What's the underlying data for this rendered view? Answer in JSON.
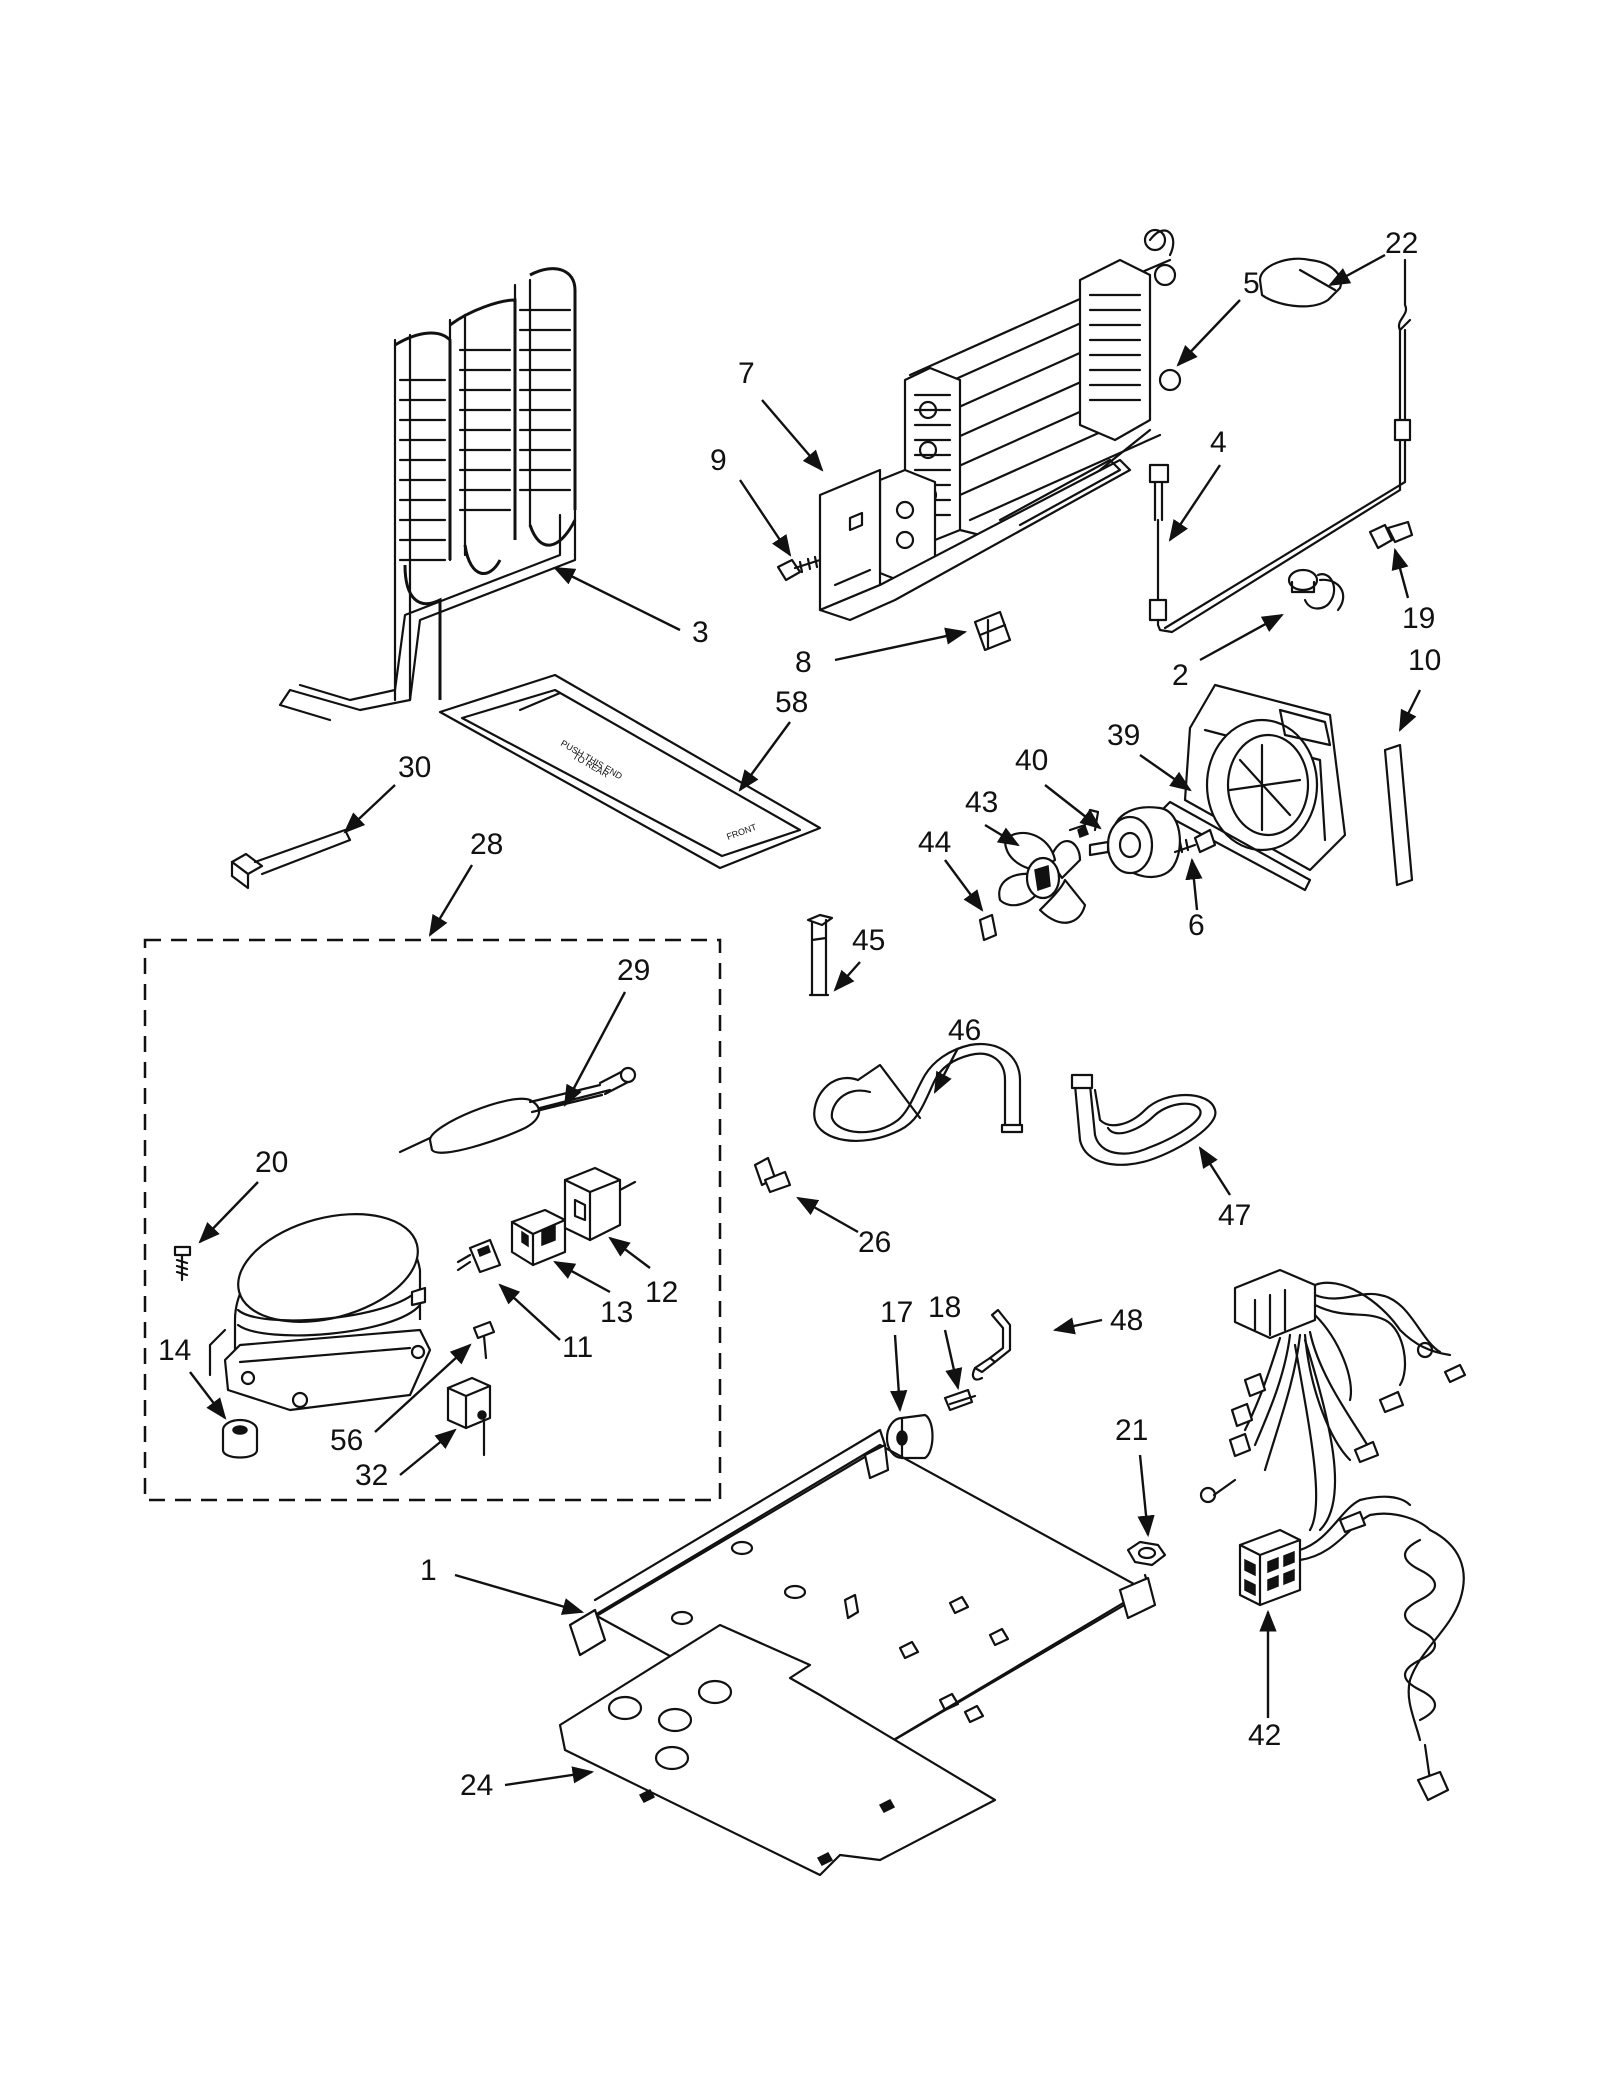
{
  "labels": {
    "p1": "1",
    "p2": "2",
    "p3": "3",
    "p4": "4",
    "p5": "5",
    "p6": "6",
    "p7": "7",
    "p8": "8",
    "p9": "9",
    "p10": "10",
    "p11": "11",
    "p12": "12",
    "p13": "13",
    "p14": "14",
    "p17": "17",
    "p18": "18",
    "p19": "19",
    "p20": "20",
    "p21": "21",
    "p22": "22",
    "p24": "24",
    "p26": "26",
    "p28": "28",
    "p29": "29",
    "p30": "30",
    "p32": "32",
    "p39": "39",
    "p40": "40",
    "p42": "42",
    "p43": "43",
    "p44": "44",
    "p45": "45",
    "p46": "46",
    "p47": "47",
    "p48": "48",
    "p56": "56",
    "p58": "58"
  },
  "drain_pan_text": {
    "line1": "PUSH THIS END",
    "line2": "TO REAR",
    "front": "FRONT"
  }
}
